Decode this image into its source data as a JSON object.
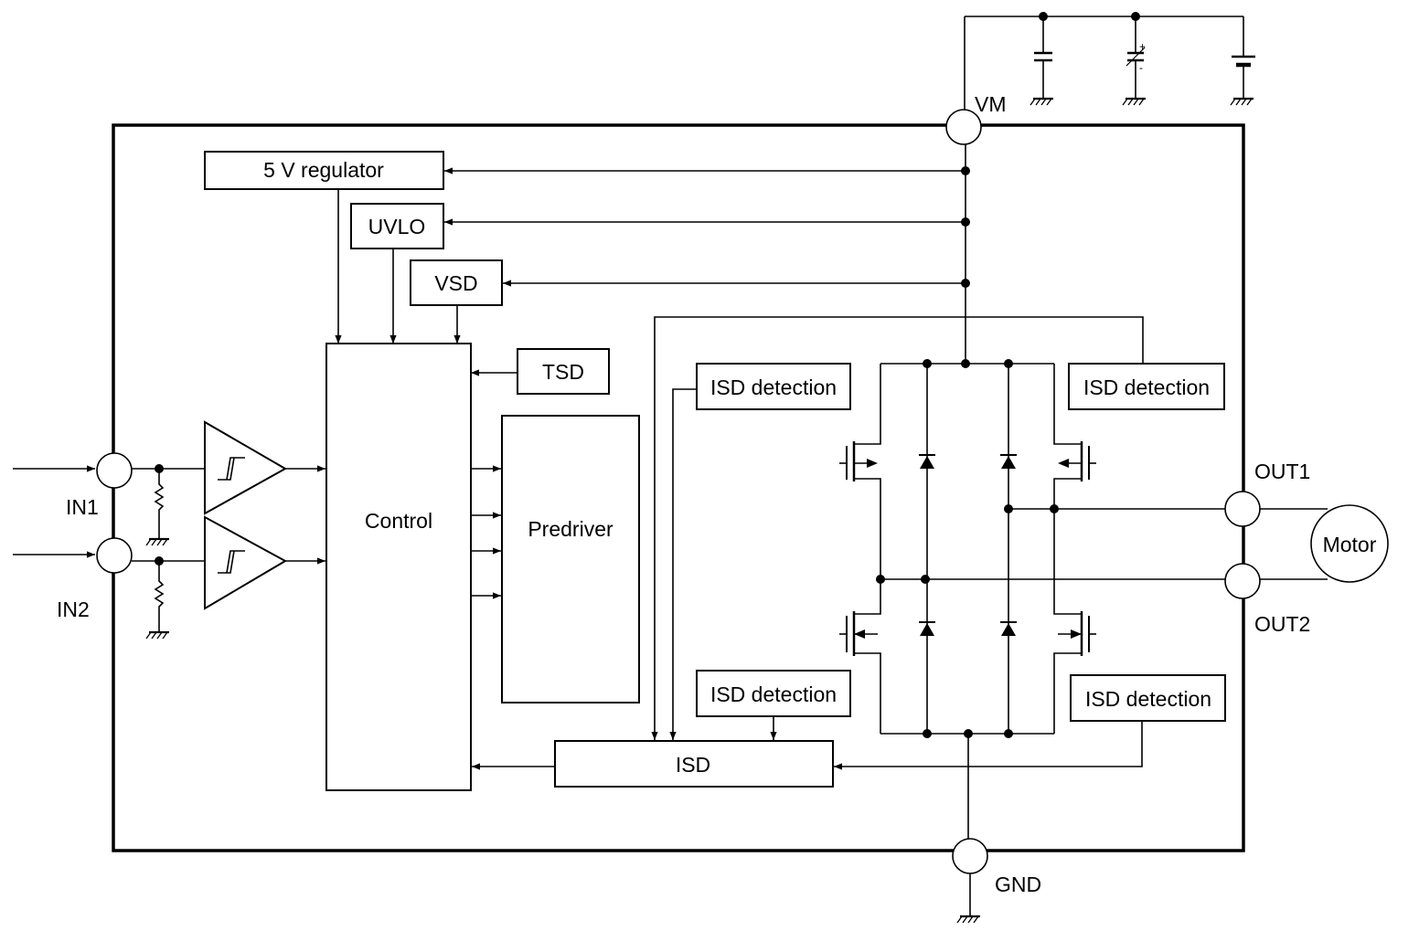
{
  "blocks": {
    "regulator": "5 V regulator",
    "uvlo": "UVLO",
    "vsd": "VSD",
    "tsd": "TSD",
    "control": "Control",
    "predriver": "Predriver",
    "isd_detect_top_left": "ISD detection",
    "isd_detect_top_right": "ISD detection",
    "isd_detect_bottom_left": "ISD detection",
    "isd_detect_bottom_right": "ISD detection",
    "isd": "ISD",
    "motor": "Motor"
  },
  "pins": {
    "vm": "VM",
    "gnd": "GND",
    "in1": "IN1",
    "in2": "IN2",
    "out1": "OUT1",
    "out2": "OUT2"
  },
  "icons": [
    "schmitt-trigger-icon",
    "resistor-icon",
    "capacitor-icon",
    "electrolytic-capacitor-icon",
    "battery-icon",
    "ground-icon",
    "mosfet-icon",
    "diode-icon"
  ]
}
